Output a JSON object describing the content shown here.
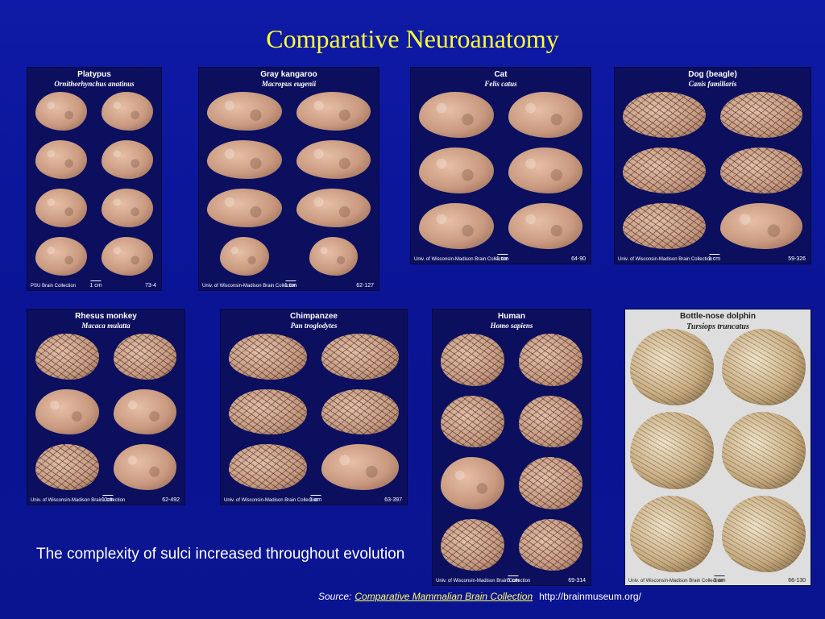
{
  "slide": {
    "title": "Comparative Neuroanatomy",
    "caption": "The complexity of sulci increased throughout evolution",
    "source_label": "Source:",
    "source_link": "Comparative Mammalian Brain Collection",
    "source_url_text": "http://brainmuseum.org/"
  },
  "colors": {
    "background": "#0a1494",
    "title": "#ffff33",
    "link": "#ffff66",
    "panel": "#0b0f5e"
  },
  "panels": [
    {
      "id": "platypus",
      "name": "Platypus",
      "latin": "Ornithorhynchus anatinus",
      "collection": "PSU Brain Collection",
      "scale": "1 cm",
      "code": "73-4"
    },
    {
      "id": "kangaroo",
      "name": "Gray kangaroo",
      "latin": "Macropus eugenii",
      "collection": "Univ. of Wisconsin-Madison Brain Collection",
      "scale": "1 cm",
      "code": "62-127"
    },
    {
      "id": "cat",
      "name": "Cat",
      "latin": "Felis catus",
      "collection": "Univ. of Wisconsin-Madison Brain Collection",
      "scale": "1 cm",
      "code": "64-90"
    },
    {
      "id": "dog",
      "name": "Dog (beagle)",
      "latin": "Canis familiaris",
      "collection": "Univ. of Wisconsin-Madison Brain Collection",
      "scale": "1 cm",
      "code": "59-326"
    },
    {
      "id": "rhesus",
      "name": "Rhesus monkey",
      "latin": "Macaca mulatta",
      "collection": "Univ. of Wisconsin-Madison Brain Collection",
      "scale": "1 cm",
      "code": "62-492"
    },
    {
      "id": "chimp",
      "name": "Chimpanzee",
      "latin": "Pan troglodytes",
      "collection": "Univ. of Wisconsin-Madison Brain Collection",
      "scale": "1 cm",
      "code": "63-397"
    },
    {
      "id": "human",
      "name": "Human",
      "latin": "Homo sapiens",
      "collection": "Univ. of Wisconsin-Madison Brain Collection",
      "scale": "5 cm",
      "code": "69-314"
    },
    {
      "id": "dolphin",
      "name": "Bottle-nose dolphin",
      "latin": "Tursiops truncatus",
      "collection": "Univ. of Wisconsin-Madison Brain Collection",
      "scale": "1 cm",
      "code": "66-130"
    }
  ]
}
